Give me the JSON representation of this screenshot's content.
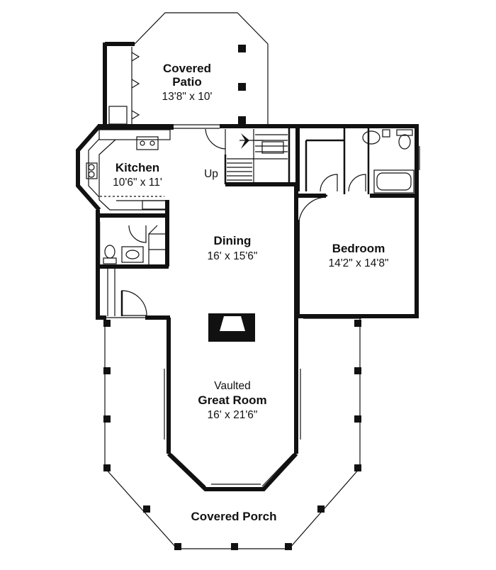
{
  "rooms": {
    "patio": {
      "name_1": "Covered",
      "name_2": "Patio",
      "size": "13'8\" x 10'"
    },
    "kitchen": {
      "name": "Kitchen",
      "size": "10'6\" x 11'"
    },
    "dining": {
      "name": "Dining",
      "size": "16' x 15'6\""
    },
    "bedroom": {
      "name": "Bedroom",
      "size": "14'2\" x 14'8\""
    },
    "great_room": {
      "name_1": "Vaulted",
      "name_2": "Great Room",
      "size": "16' x 21'6\""
    },
    "porch": {
      "name": "Covered Porch"
    }
  },
  "stairs": {
    "label": "Up"
  }
}
